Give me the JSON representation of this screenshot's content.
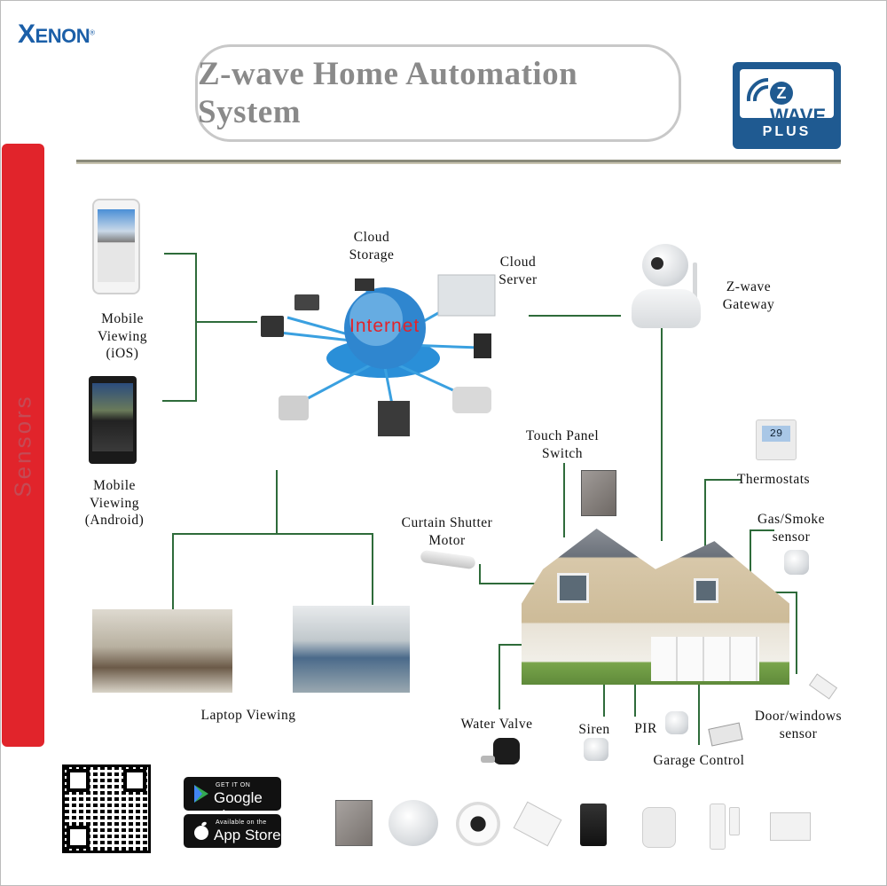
{
  "brand": {
    "logo_initial": "X",
    "logo_rest": "ENON",
    "logo_mark": "®"
  },
  "title": "Z-wave Home Automation System",
  "badge": {
    "logo_z": "Z",
    "logo_text": "WAVE",
    "plus": "PLUS"
  },
  "sidebar_label": "Sensors",
  "labels": {
    "mobile_ios": "Mobile\nViewing\n(iOS)",
    "mobile_android": "Mobile\nViewing\n(Android)",
    "cloud_storage": "Cloud\nStorage",
    "cloud_server": "Cloud\nServer",
    "internet": "Internet",
    "zwave_gateway": "Z-wave\nGateway",
    "touch_panel_switch": "Touch Panel\nSwitch",
    "thermostats": "Thermostats",
    "thermostat_display": "29",
    "gas_smoke_sensor": "Gas/Smoke\nsensor",
    "curtain_shutter_motor": "Curtain Shutter\nMotor",
    "laptop_viewing": "Laptop Viewing",
    "water_valve": "Water Valve",
    "siren": "Siren",
    "pir": "PIR",
    "garage_control": "Garage Control",
    "door_windows_sensor": "Door/windows\nsensor"
  },
  "stores": {
    "google_small": "GET IT ON",
    "google_big": "Google play",
    "apple_small": "Available on the",
    "apple_big": "App Store"
  },
  "colors": {
    "connector": "#2e6b3a",
    "accent_red": "#e1242b",
    "zwave_blue": "#1f5a91",
    "internet_red": "#e1242b"
  }
}
